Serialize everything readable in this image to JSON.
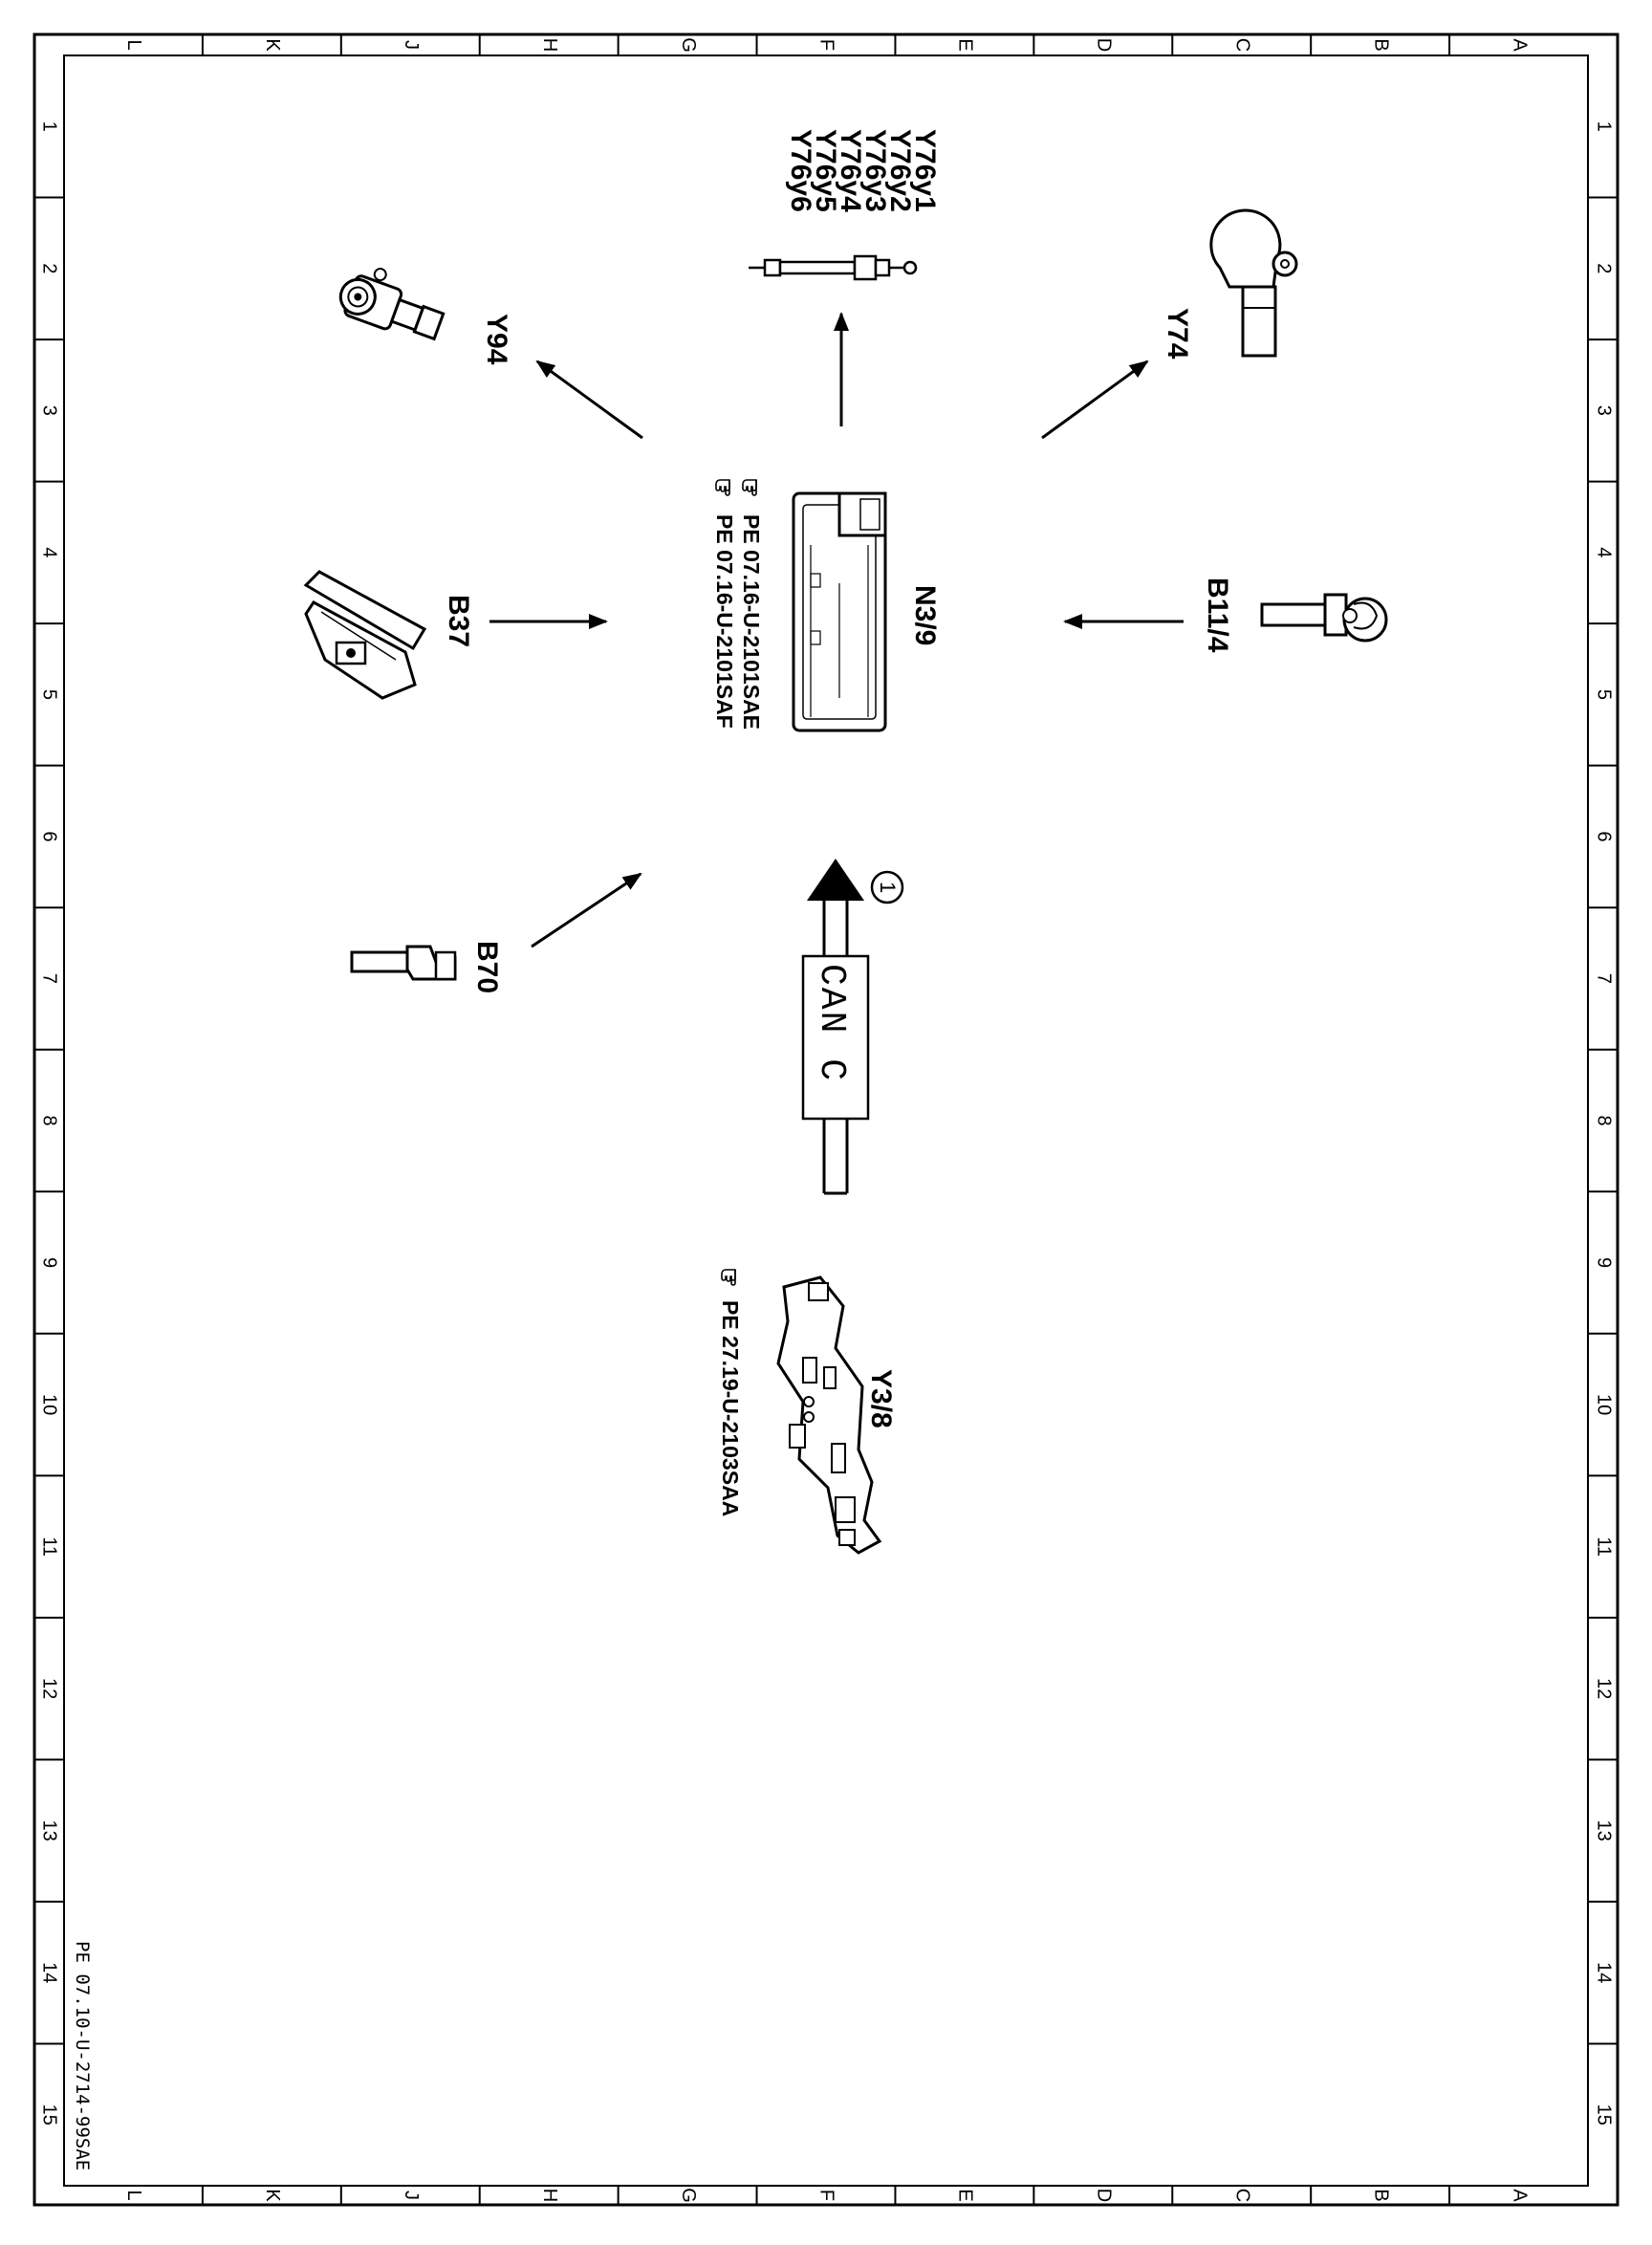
{
  "document_id": "PE 07.10-U-2714-99SAE",
  "grid": {
    "columns": [
      "L",
      "K",
      "J",
      "H",
      "G",
      "F",
      "E",
      "D",
      "C",
      "B",
      "A"
    ],
    "rows": [
      "1",
      "2",
      "3",
      "4",
      "5",
      "6",
      "7",
      "8",
      "9",
      "10",
      "11",
      "12",
      "13",
      "14",
      "15"
    ]
  },
  "components": {
    "center": {
      "label": "N3/9",
      "refs": [
        "PE 07.16-U-2101SAE",
        "PE 07.16-U-2101SAF"
      ]
    },
    "injectors": {
      "labels": [
        "Y76y1",
        "Y76y2",
        "Y76y3",
        "Y76y4",
        "Y76y5",
        "Y76y6"
      ]
    },
    "y94": {
      "label": "Y94"
    },
    "y74": {
      "label": "Y74"
    },
    "b37": {
      "label": "B37"
    },
    "b11_4": {
      "label": "B11/4"
    },
    "b70": {
      "label": "B70"
    },
    "y3_8": {
      "label": "Y3/8",
      "ref": "PE 27.19-U-2103SAA"
    }
  },
  "can_bus": {
    "label": "CAN C",
    "marker": "1"
  },
  "icons": {
    "reference": "pointing-hand-icon"
  }
}
